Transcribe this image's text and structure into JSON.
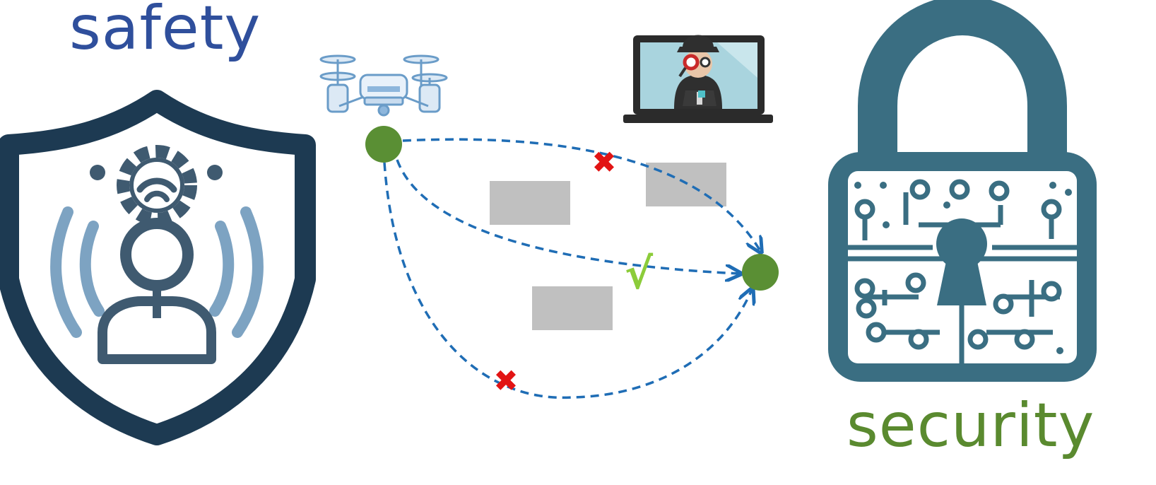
{
  "labels": {
    "safety": "safety",
    "security": "security"
  },
  "colors": {
    "safety_text": "#2f4f9c",
    "security_text": "#5a8a2f",
    "shield_dark": "#1d3a52",
    "shield_light": "#7da3c2",
    "lock_teal": "#3a6e82",
    "node_green": "#5a8f34",
    "path_blue": "#1f6db5",
    "obstacle_gray": "#c0c0c0",
    "fail_red": "#e21414",
    "ok_green": "#8ccc3a"
  },
  "icons": {
    "shield": "safety-shield-icon",
    "lock": "security-lock-icon",
    "drone": "drone-icon",
    "attacker": "hacker-laptop-icon"
  },
  "paths": [
    {
      "name": "upper-path",
      "status": "blocked"
    },
    {
      "name": "middle-path",
      "status": "valid"
    },
    {
      "name": "lower-path",
      "status": "blocked"
    }
  ],
  "markers": {
    "blocked": "✖",
    "valid": "√"
  }
}
